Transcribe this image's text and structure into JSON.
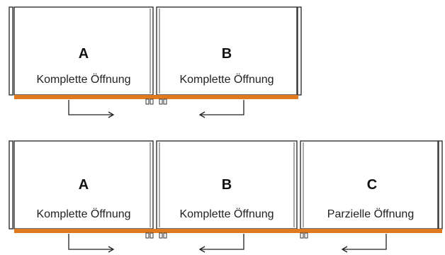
{
  "rows": [
    {
      "panels": [
        {
          "letter": "A",
          "caption": "Komplette Öffnung",
          "arrow": "right"
        },
        {
          "letter": "B",
          "caption": "Komplette Öffnung",
          "arrow": "left"
        }
      ]
    },
    {
      "panels": [
        {
          "letter": "A",
          "caption": "Komplette Öffnung",
          "arrow": "right"
        },
        {
          "letter": "B",
          "caption": "Komplette Öffnung",
          "arrow": "left"
        },
        {
          "letter": "C",
          "caption": "Parzielle Öffnung",
          "arrow": "left"
        }
      ]
    }
  ],
  "colors": {
    "rail": "#e07a1f",
    "frame": "#333333"
  }
}
